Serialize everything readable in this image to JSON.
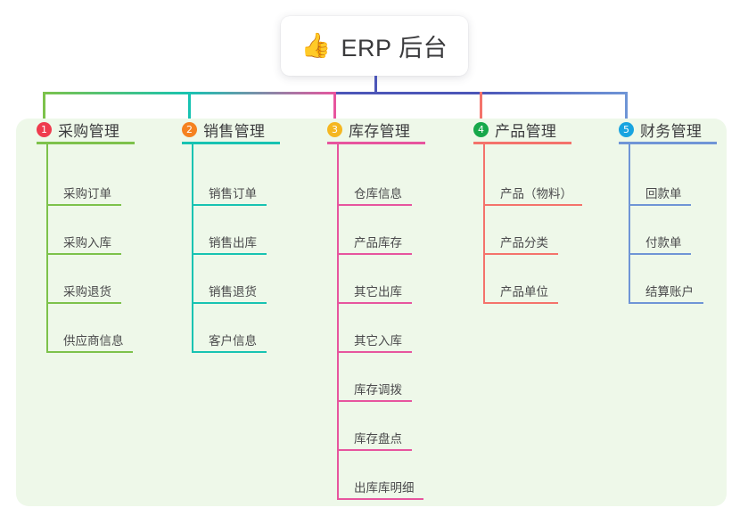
{
  "root": {
    "icon": "thumbs-up-icon",
    "emoji": "👍",
    "title": "ERP 后台"
  },
  "colors": {
    "panel_bg": "#eef8e9",
    "root_text": "#3a3a3c",
    "trunk_root": "#4c56b8",
    "columns": [
      "#7dc24b",
      "#17c3b2",
      "#e7559e",
      "#f4736b",
      "#6f95d6"
    ],
    "badges": [
      "#ef3b4e",
      "#f58220",
      "#f5b721",
      "#17a84b",
      "#18a4e0"
    ]
  },
  "columns": [
    {
      "index": "1",
      "badge": "1",
      "title": "采购管理",
      "line_color": "#7dc24b",
      "badge_color": "#ef3b4e",
      "items": [
        "采购订单",
        "采购入库",
        "采购退货",
        "供应商信息"
      ]
    },
    {
      "index": "2",
      "badge": "2",
      "title": "销售管理",
      "line_color": "#17c3b2",
      "badge_color": "#f58220",
      "items": [
        "销售订单",
        "销售出库",
        "销售退货",
        "客户信息"
      ]
    },
    {
      "index": "3",
      "badge": "3",
      "title": "库存管理",
      "line_color": "#e7559e",
      "badge_color": "#f5b721",
      "items": [
        "仓库信息",
        "产品库存",
        "其它出库",
        "其它入库",
        "库存调拨",
        "库存盘点",
        "出库库明细"
      ]
    },
    {
      "index": "4",
      "badge": "4",
      "title": "产品管理",
      "line_color": "#f4736b",
      "badge_color": "#17a84b",
      "items": [
        "产品（物料）",
        "产品分类",
        "产品单位"
      ]
    },
    {
      "index": "5",
      "badge": "5",
      "title": "财务管理",
      "line_color": "#6f95d6",
      "badge_color": "#18a4e0",
      "items": [
        "回款单",
        "付款单",
        "结算账户"
      ]
    }
  ]
}
